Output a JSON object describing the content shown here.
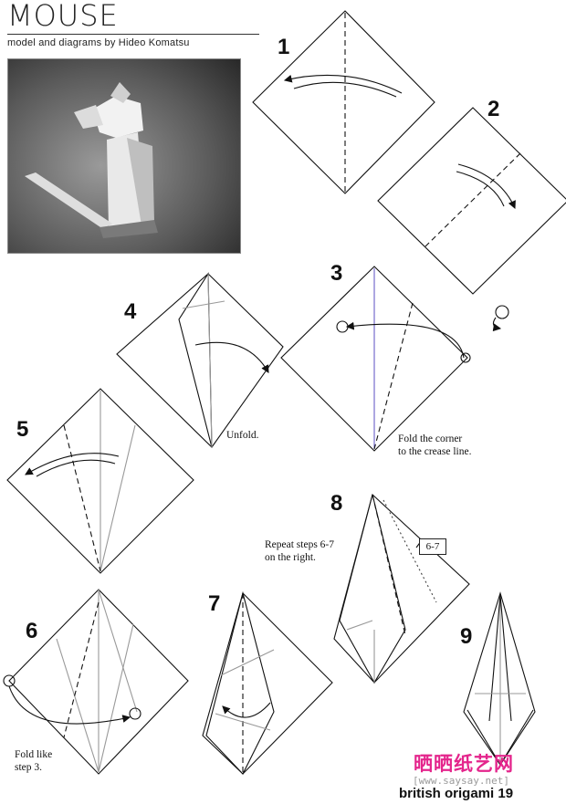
{
  "header": {
    "title": "MOUSE",
    "subtitle": "model and diagrams by Hideo Komatsu"
  },
  "steps": [
    {
      "number": "1"
    },
    {
      "number": "2"
    },
    {
      "number": "3",
      "note": "Fold the corner\nto the crease line."
    },
    {
      "number": "4",
      "note": "Unfold."
    },
    {
      "number": "5"
    },
    {
      "number": "6",
      "note": "Fold like\nstep 3."
    },
    {
      "number": "7"
    },
    {
      "number": "8",
      "note": "Repeat steps 6-7\non the right.",
      "box_label": "6-7"
    },
    {
      "number": "9"
    }
  ],
  "watermark": {
    "text": "晒晒纸艺网",
    "url": "[www.saysay.net]"
  },
  "footer": {
    "source": "british origami 19"
  }
}
